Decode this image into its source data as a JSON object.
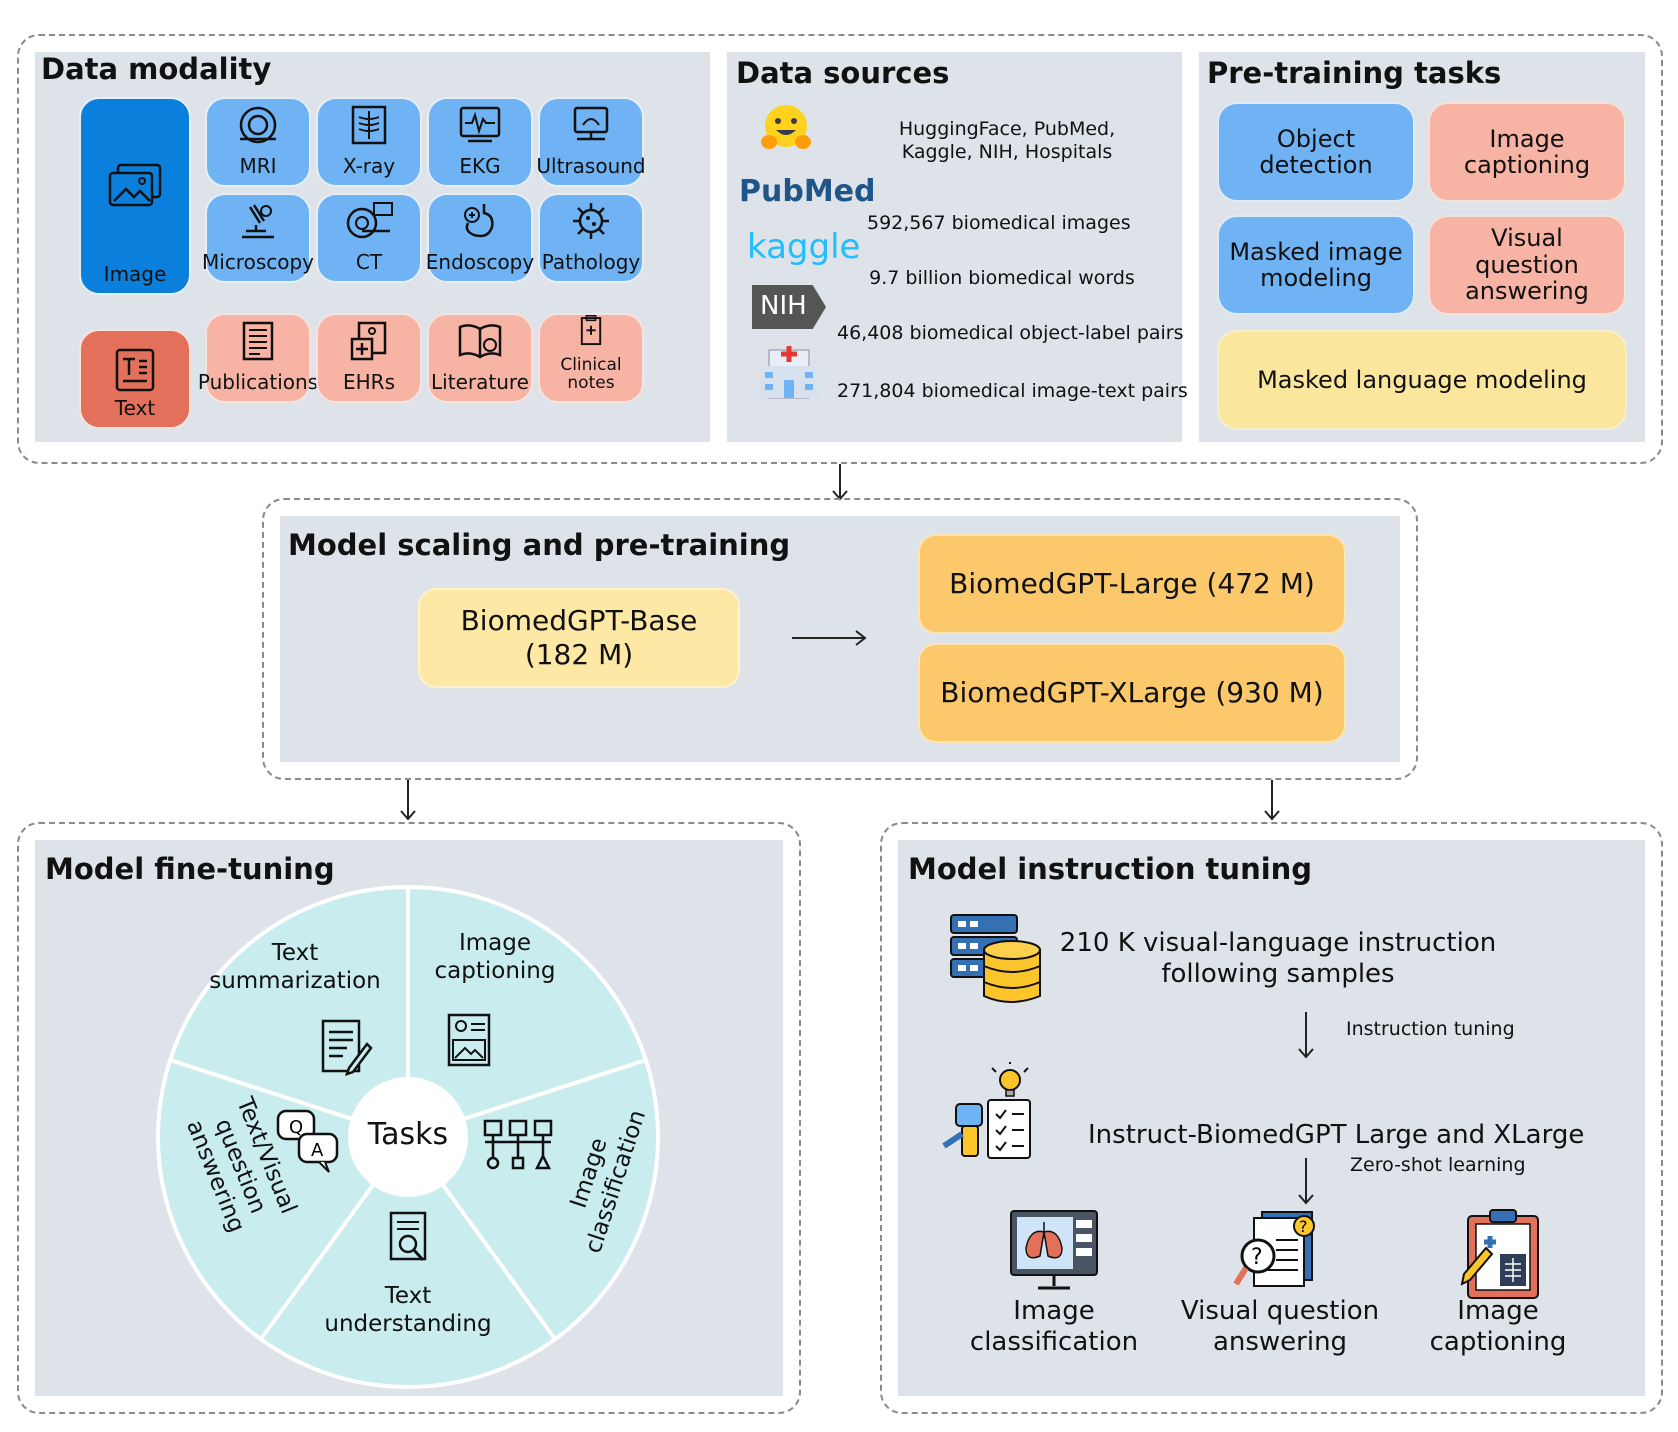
{
  "data_modality": {
    "title": "Data modality",
    "image_label": "Image",
    "text_label": "Text",
    "image_types": [
      "MRI",
      "X-ray",
      "EKG",
      "Ultrasound",
      "Microscopy",
      "CT",
      "Endoscopy",
      "Pathology"
    ],
    "text_types": [
      "Publications",
      "EHRs",
      "Literature",
      "Clinical notes"
    ]
  },
  "data_sources": {
    "title": "Data sources",
    "logos": [
      "PubMed",
      "kaggle",
      "NIH"
    ],
    "lines": [
      "HuggingFace, PubMed,",
      "Kaggle, NIH, Hospitals",
      "592,567 biomedical images",
      "9.7 billion biomedical words",
      "46,408 biomedical object-label pairs",
      "271,804 biomedical image-text pairs"
    ]
  },
  "pretraining_tasks": {
    "title": "Pre-training tasks",
    "object_detection": "Object detection",
    "image_captioning": [
      "Image",
      "captioning"
    ],
    "masked_image_modeling": [
      "Masked image",
      "modeling"
    ],
    "vqa": [
      "Visual question",
      "answering"
    ],
    "masked_language_modeling": "Masked language modeling"
  },
  "scaling": {
    "title": "Model scaling and pre-training",
    "base": [
      "BiomedGPT-Base",
      "(182 M)"
    ],
    "large": "BiomedGPT-Large (472 M)",
    "xlarge": "BiomedGPT-XLarge (930 M)"
  },
  "finetuning": {
    "title": "Model fine-tuning",
    "center": "Tasks",
    "text_summarization": [
      "Text",
      "summarization"
    ],
    "image_captioning": [
      "Image",
      "captioning"
    ],
    "image_classification": [
      "Image",
      "classification"
    ],
    "text_understanding": [
      "Text",
      "understanding"
    ],
    "text_visual_qa": [
      "Text/Visual",
      "question",
      "answering"
    ]
  },
  "instruction": {
    "title": "Model instruction tuning",
    "samples": [
      "210 K visual-language instruction",
      "following samples"
    ],
    "step1": "Instruction tuning",
    "model": "Instruct-BiomedGPT Large and XLarge",
    "step2": "Zero-shot learning",
    "outputs": [
      [
        "Image",
        "classification"
      ],
      [
        "Visual question",
        "answering"
      ],
      [
        "Image",
        "captioning"
      ]
    ]
  },
  "colors": {
    "panel": "#dde3e8",
    "blue": "#6fb3f5",
    "blue_dark": "#0a7fdc",
    "salmon": "#f7b3a4",
    "salmon_dark": "#e2705a",
    "yellow": "#fbe69e",
    "orange": "#fbc86b",
    "pie": "#c9ecef"
  }
}
